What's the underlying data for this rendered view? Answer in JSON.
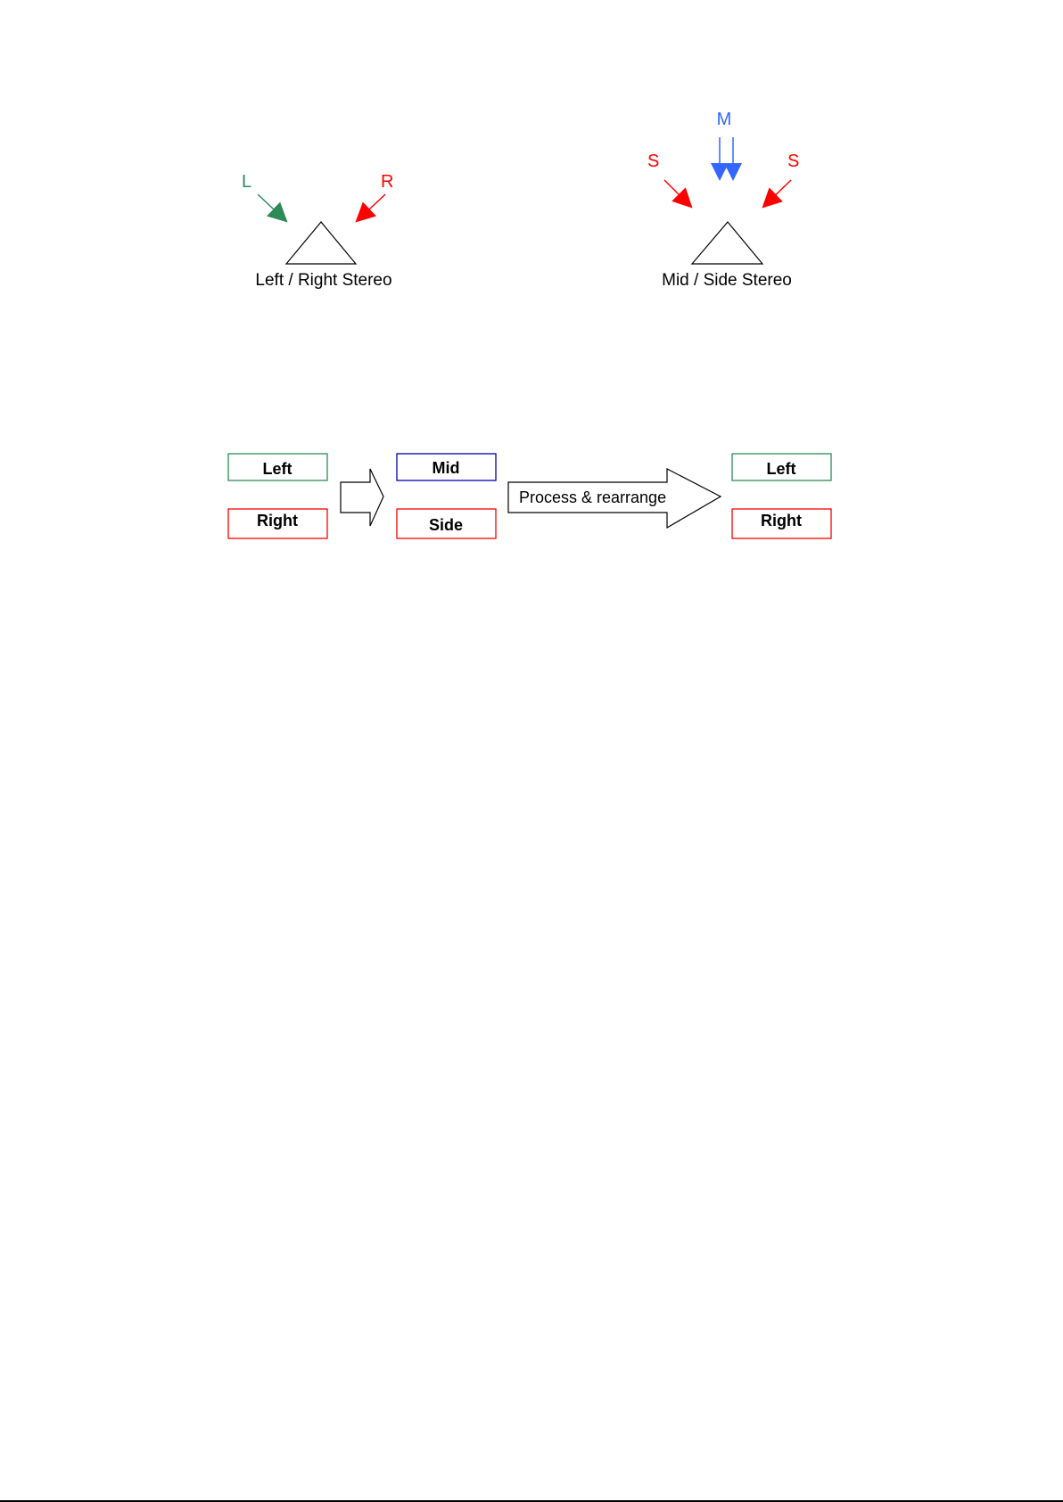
{
  "colors": {
    "left": "#2e8b57",
    "right": "#ff0000",
    "mid": "#3366ff",
    "mid_box": "#0000aa",
    "outline": "#000000"
  },
  "lr_diagram": {
    "left_label": "L",
    "right_label": "R",
    "caption": "Left / Right Stereo"
  },
  "ms_diagram": {
    "mid_label": "M",
    "side_left_label": "S",
    "side_right_label": "S",
    "caption": "Mid / Side Stereo"
  },
  "flow": {
    "input": {
      "top": "Left",
      "bottom": "Right"
    },
    "encoded": {
      "top": "Mid",
      "bottom": "Side"
    },
    "process_label": "Process & rearrange",
    "output": {
      "top": "Left",
      "bottom": "Right"
    }
  }
}
